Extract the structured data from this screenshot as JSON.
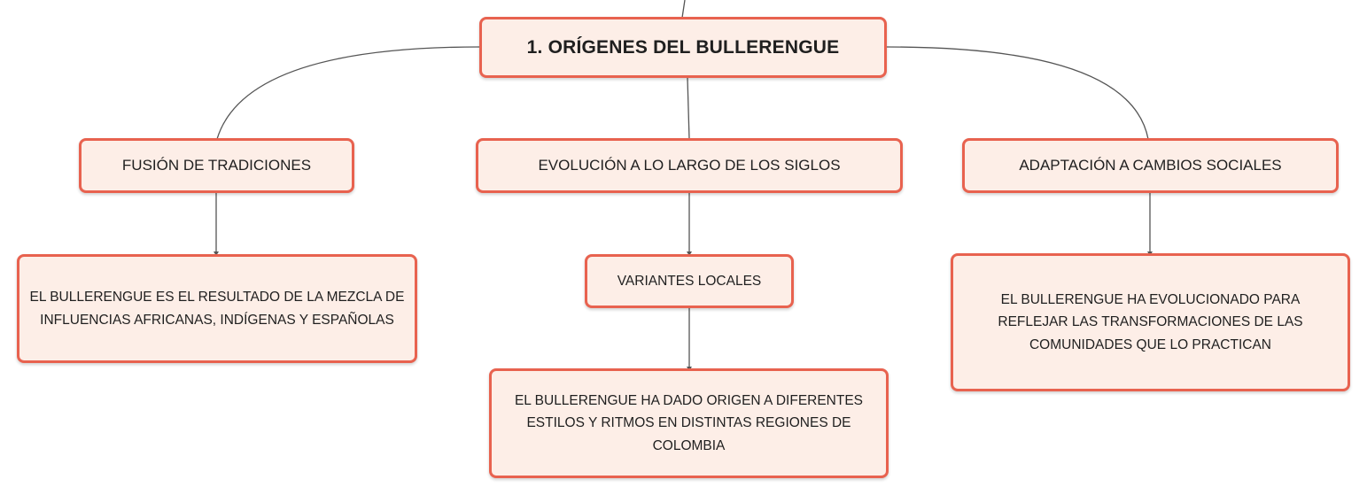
{
  "diagram": {
    "root": {
      "label": "1. ORÍGENES DEL BULLERENGUE"
    },
    "branches": [
      {
        "label": "FUSIÓN DE TRADICIONES",
        "detail": "EL BULLERENGUE ES EL RESULTADO DE LA MEZCLA DE INFLUENCIAS AFRICANAS, INDÍGENAS Y ESPAÑOLAS"
      },
      {
        "label": "EVOLUCIÓN A LO LARGO DE LOS SIGLOS",
        "sublabel": "VARIANTES LOCALES",
        "detail": "EL BULLERENGUE HA DADO ORIGEN A DIFERENTES ESTILOS Y RITMOS EN DISTINTAS REGIONES DE COLOMBIA"
      },
      {
        "label": "ADAPTACIÓN A CAMBIOS SOCIALES",
        "detail": "EL BULLERENGUE HA EVOLUCIONADO PARA REFLEJAR LAS TRANSFORMACIONES DE LAS COMUNIDADES QUE LO PRACTICAN"
      }
    ]
  },
  "colors": {
    "node_border": "#e8624f",
    "node_fill": "#fdeee7",
    "connector": "#555555"
  }
}
